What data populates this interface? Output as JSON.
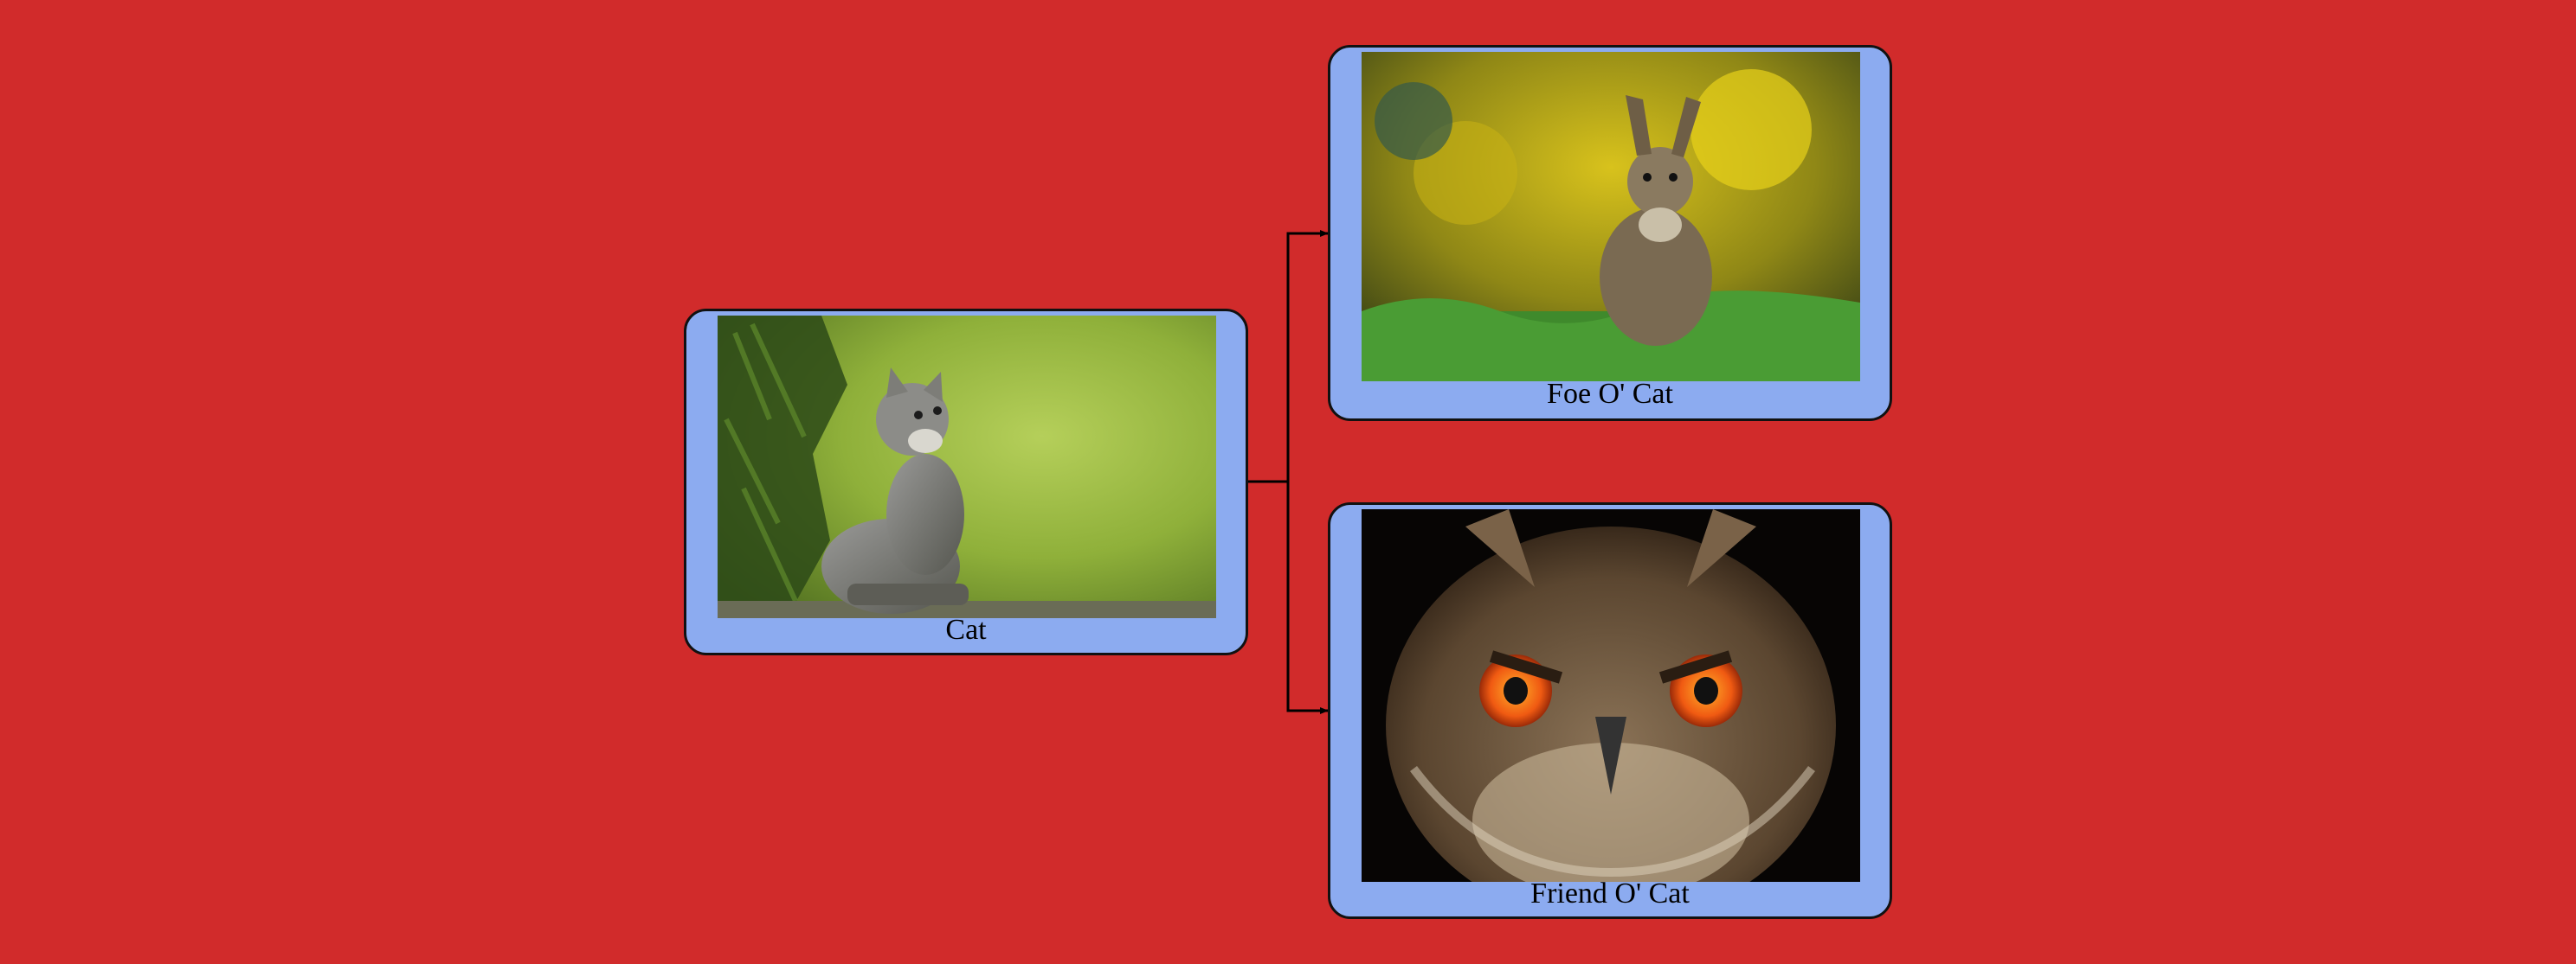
{
  "diagram": {
    "nodes": [
      {
        "id": "cat",
        "label": "Cat",
        "picture": "kitten-photo"
      },
      {
        "id": "foe",
        "label": "Foe O' Cat",
        "picture": "rabbit-photo"
      },
      {
        "id": "friend",
        "label": "Friend O' Cat",
        "picture": "owl-photo"
      }
    ],
    "edges": [
      {
        "from": "cat",
        "to": "foe"
      },
      {
        "from": "cat",
        "to": "friend"
      }
    ]
  },
  "colors": {
    "background": "#d12b2b",
    "node_fill": "#8cabf0",
    "node_border": "#111111",
    "connector": "#000000"
  }
}
